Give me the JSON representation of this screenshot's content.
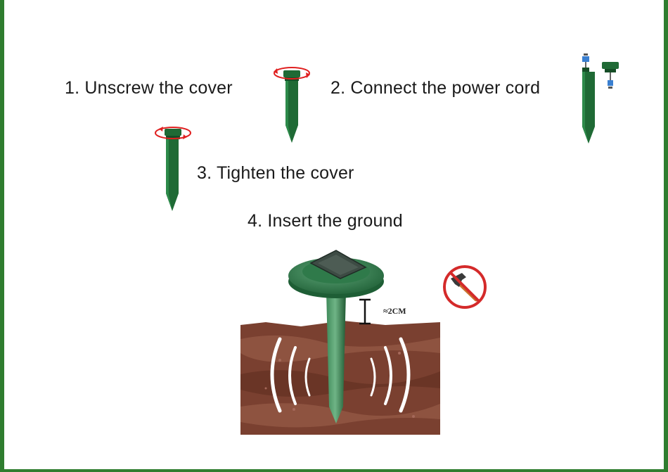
{
  "steps": [
    {
      "label": "1. Unscrew the cover"
    },
    {
      "label": "2. Connect the power cord"
    },
    {
      "label": "3. Tighten the cover"
    },
    {
      "label": "4. Insert the ground"
    }
  ],
  "depth_marker": {
    "label": "≈2CM"
  },
  "icons": {
    "stake": "green-stake-icon",
    "rotate": "rotation-arrow-icon",
    "no_hammer": "no-hammer-icon",
    "connector": "power-connector-icon"
  },
  "colors": {
    "border": "#2f7d2f",
    "stake_green": "#1f6a35",
    "rotate_red": "#e02020",
    "soil": "#7a4030",
    "prohibit_red": "#d42a2a"
  }
}
